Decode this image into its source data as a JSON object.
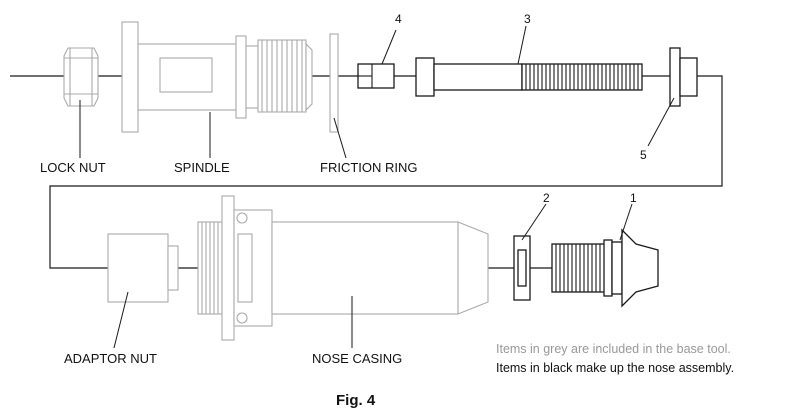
{
  "labels": {
    "lock_nut": "LOCK NUT",
    "spindle": "SPINDLE",
    "friction_ring": "FRICTION RING",
    "adaptor_nut": "ADAPTOR NUT",
    "nose_casing": "NOSE CASING"
  },
  "callouts": {
    "n1": "1",
    "n2": "2",
    "n3": "3",
    "n4": "4",
    "n5": "5"
  },
  "legend": {
    "grey_note": "Items in grey are included in the base tool.",
    "black_note": "Items in black make up the nose assembly."
  },
  "caption": "Fig. 4",
  "colors": {
    "base_tool_grey": "#a9a9a9",
    "nose_assembly_black": "#1a1a1a"
  }
}
